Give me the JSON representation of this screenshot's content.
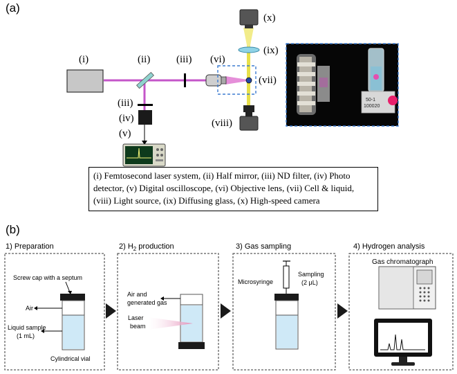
{
  "panel_a": {
    "label": "(a)",
    "component_labels": {
      "i": "(i)",
      "ii": "(ii)",
      "iii_top": "(iii)",
      "iii_side": "(iii)",
      "iv": "(iv)",
      "v": "(v)",
      "vi": "(vi)",
      "vii": "(vii)",
      "viii": "(viii)",
      "ix": "(ix)",
      "x": "(x)"
    },
    "caption_lines": [
      "(i) Femtosecond laser system, (ii) Half mirror, (iii) ND filter, (iv) Photo",
      "detector, (v) Digital oscilloscope, (vi) Objective lens, (vii) Cell & liquid,",
      "(viii) Light source, (ix) Diffusing glass, (x) High-speed camera"
    ],
    "photo_texts": [
      "50-1",
      "100020"
    ],
    "colors": {
      "laser_beam": "#c455c9",
      "light_beam": "#e8e04a",
      "highlight_box": "#3b7bd0"
    }
  },
  "panel_b": {
    "label": "(b)",
    "steps": [
      {
        "title": "1) Preparation",
        "labels": {
          "cap": "Screw cap with a septum",
          "air": "Air",
          "liquid_line1": "Liquid sample",
          "liquid_line2": "(1 mL)",
          "vial": "Cylindrical vial"
        }
      },
      {
        "title_prefix": "2) H",
        "title_sub": "2",
        "title_suffix": " production",
        "labels": {
          "gas_line1": "Air and",
          "gas_line2": "generated gas",
          "laser_line1": "Laser",
          "laser_line2": "beam"
        }
      },
      {
        "title": "3) Gas sampling",
        "labels": {
          "syringe": "Microsyringe",
          "sampling_line1": "Sampling",
          "sampling_line2": "(2 μL)"
        }
      },
      {
        "title": "4) Hydrogen analysis",
        "labels": {
          "instrument": "Gas chromatograph"
        }
      }
    ],
    "colors": {
      "liquid": "#cfe9f7",
      "laser_cone": "#e58fb8"
    }
  }
}
